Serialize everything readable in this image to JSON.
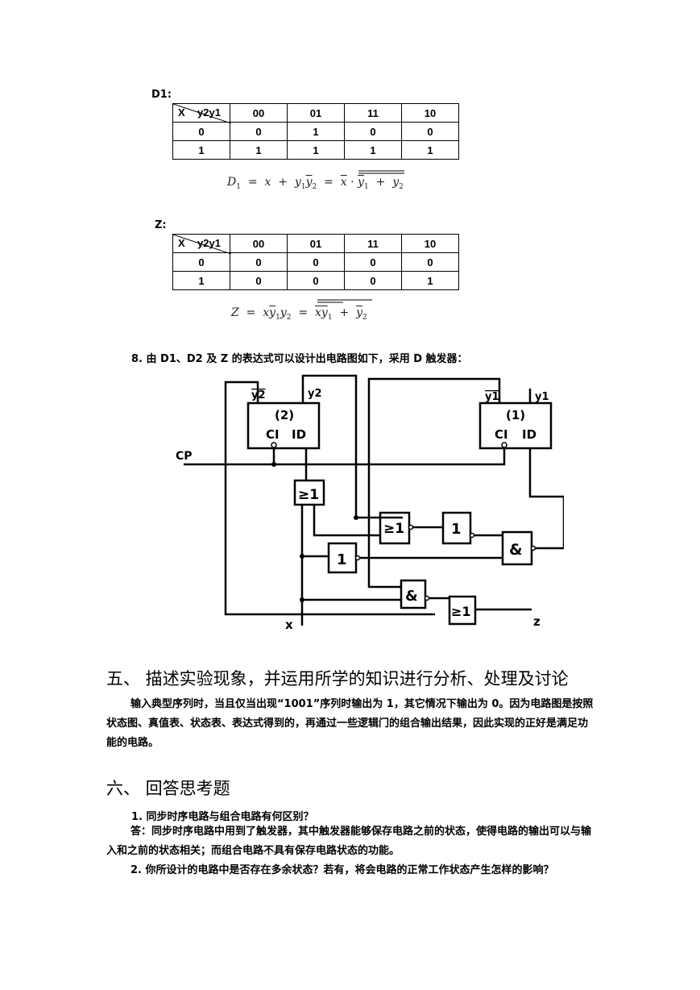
{
  "kmap_d1": {
    "label": "D1:",
    "corner_x": "X",
    "corner_y": "y2y1",
    "columns": [
      "00",
      "01",
      "11",
      "10"
    ],
    "rows": [
      {
        "x": "0",
        "cells": [
          "0",
          "1",
          "0",
          "0"
        ]
      },
      {
        "x": "1",
        "cells": [
          "1",
          "1",
          "1",
          "1"
        ]
      }
    ]
  },
  "kmap_z": {
    "label": "Z:",
    "corner_x": "X",
    "corner_y": "y2y1",
    "columns": [
      "00",
      "01",
      "11",
      "10"
    ],
    "rows": [
      {
        "x": "0",
        "cells": [
          "0",
          "0",
          "0",
          "0"
        ]
      },
      {
        "x": "1",
        "cells": [
          "0",
          "0",
          "0",
          "1"
        ]
      }
    ]
  },
  "item8": "8.    由 D1、D2 及 Z 的表达式可以设计出电路图如下，采用 D 触发器：",
  "circuit": {
    "ff2_name": "(2)",
    "ff1_name": "(1)",
    "ci": "CI",
    "id": "ID",
    "y2bar": "y2",
    "y2": "y2",
    "y1bar": "y1",
    "y1": "y1",
    "cp": "CP",
    "x": "x",
    "z": "z",
    "or_gate": "≥1",
    "not_gate": "1",
    "and_gate": "&"
  },
  "section5": {
    "title": "五、  描述实验现象，并运用所学的知识进行分析、处理及讨论",
    "body": "输入典型序列时，当且仅当出现“1001”序列时输出为 1，其它情况下输出为 0。因为电路图是按照状态图、真值表、状态表、表达式得到的，再通过一些逻辑门的组合输出结果，因此实现的正好是满足功能的电路。"
  },
  "section6": {
    "title": "六、  回答思考题",
    "q1": "1.    同步时序电路与组合电路有何区别？",
    "a1": "答：同步时序电路中用到了触发器，其中触发器能够保存电路之前的状态，使得电路的输出可以与输入和之前的状态相关；而组合电路不具有保存电路状态的功能。",
    "q2": "2.    你所设计的电路中是否存在多余状态？若有，将会电路的正常工作状态产生怎样的影响？"
  }
}
